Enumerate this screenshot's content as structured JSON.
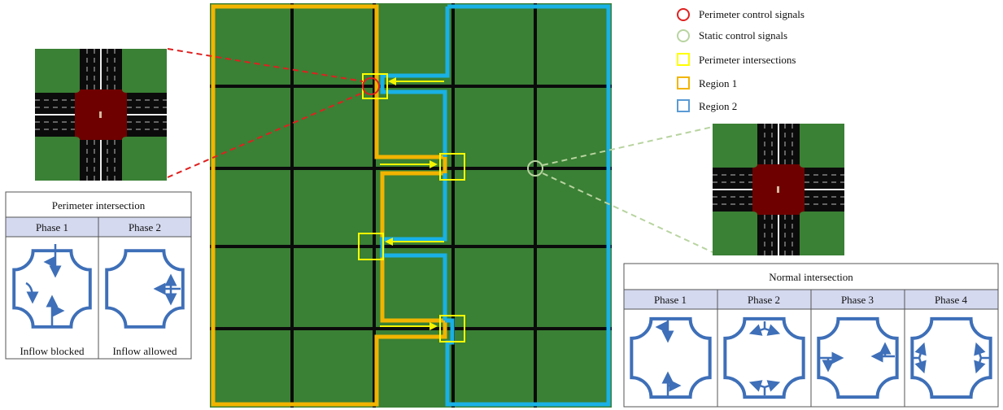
{
  "legend": {
    "perimeter_signals": "Perimeter control signals",
    "static_signals": "Static control signals",
    "perimeter_intersections": "Perimeter intersections",
    "region1": "Region 1",
    "region2": "Region 2"
  },
  "colors": {
    "grass": "#3a8035",
    "road": "#0b0b0b",
    "region1": "#f2b400",
    "region2": "#19b1e6",
    "perimeter_box": "#ffff00",
    "arrow": "#f5f500",
    "perimeter_signal": "#e02020",
    "static_signal": "#b8d4a0",
    "junction": "#6e0000",
    "phase_blue": "#3e6fb8",
    "table_header": "#d4d9ef"
  },
  "perimeter_table": {
    "title": "Perimeter intersection",
    "phases": [
      "Phase 1",
      "Phase 2"
    ],
    "captions": [
      "Inflow blocked",
      "Inflow allowed"
    ]
  },
  "normal_table": {
    "title": "Normal intersection",
    "phases": [
      "Phase 1",
      "Phase 2",
      "Phase 3",
      "Phase 4"
    ]
  }
}
